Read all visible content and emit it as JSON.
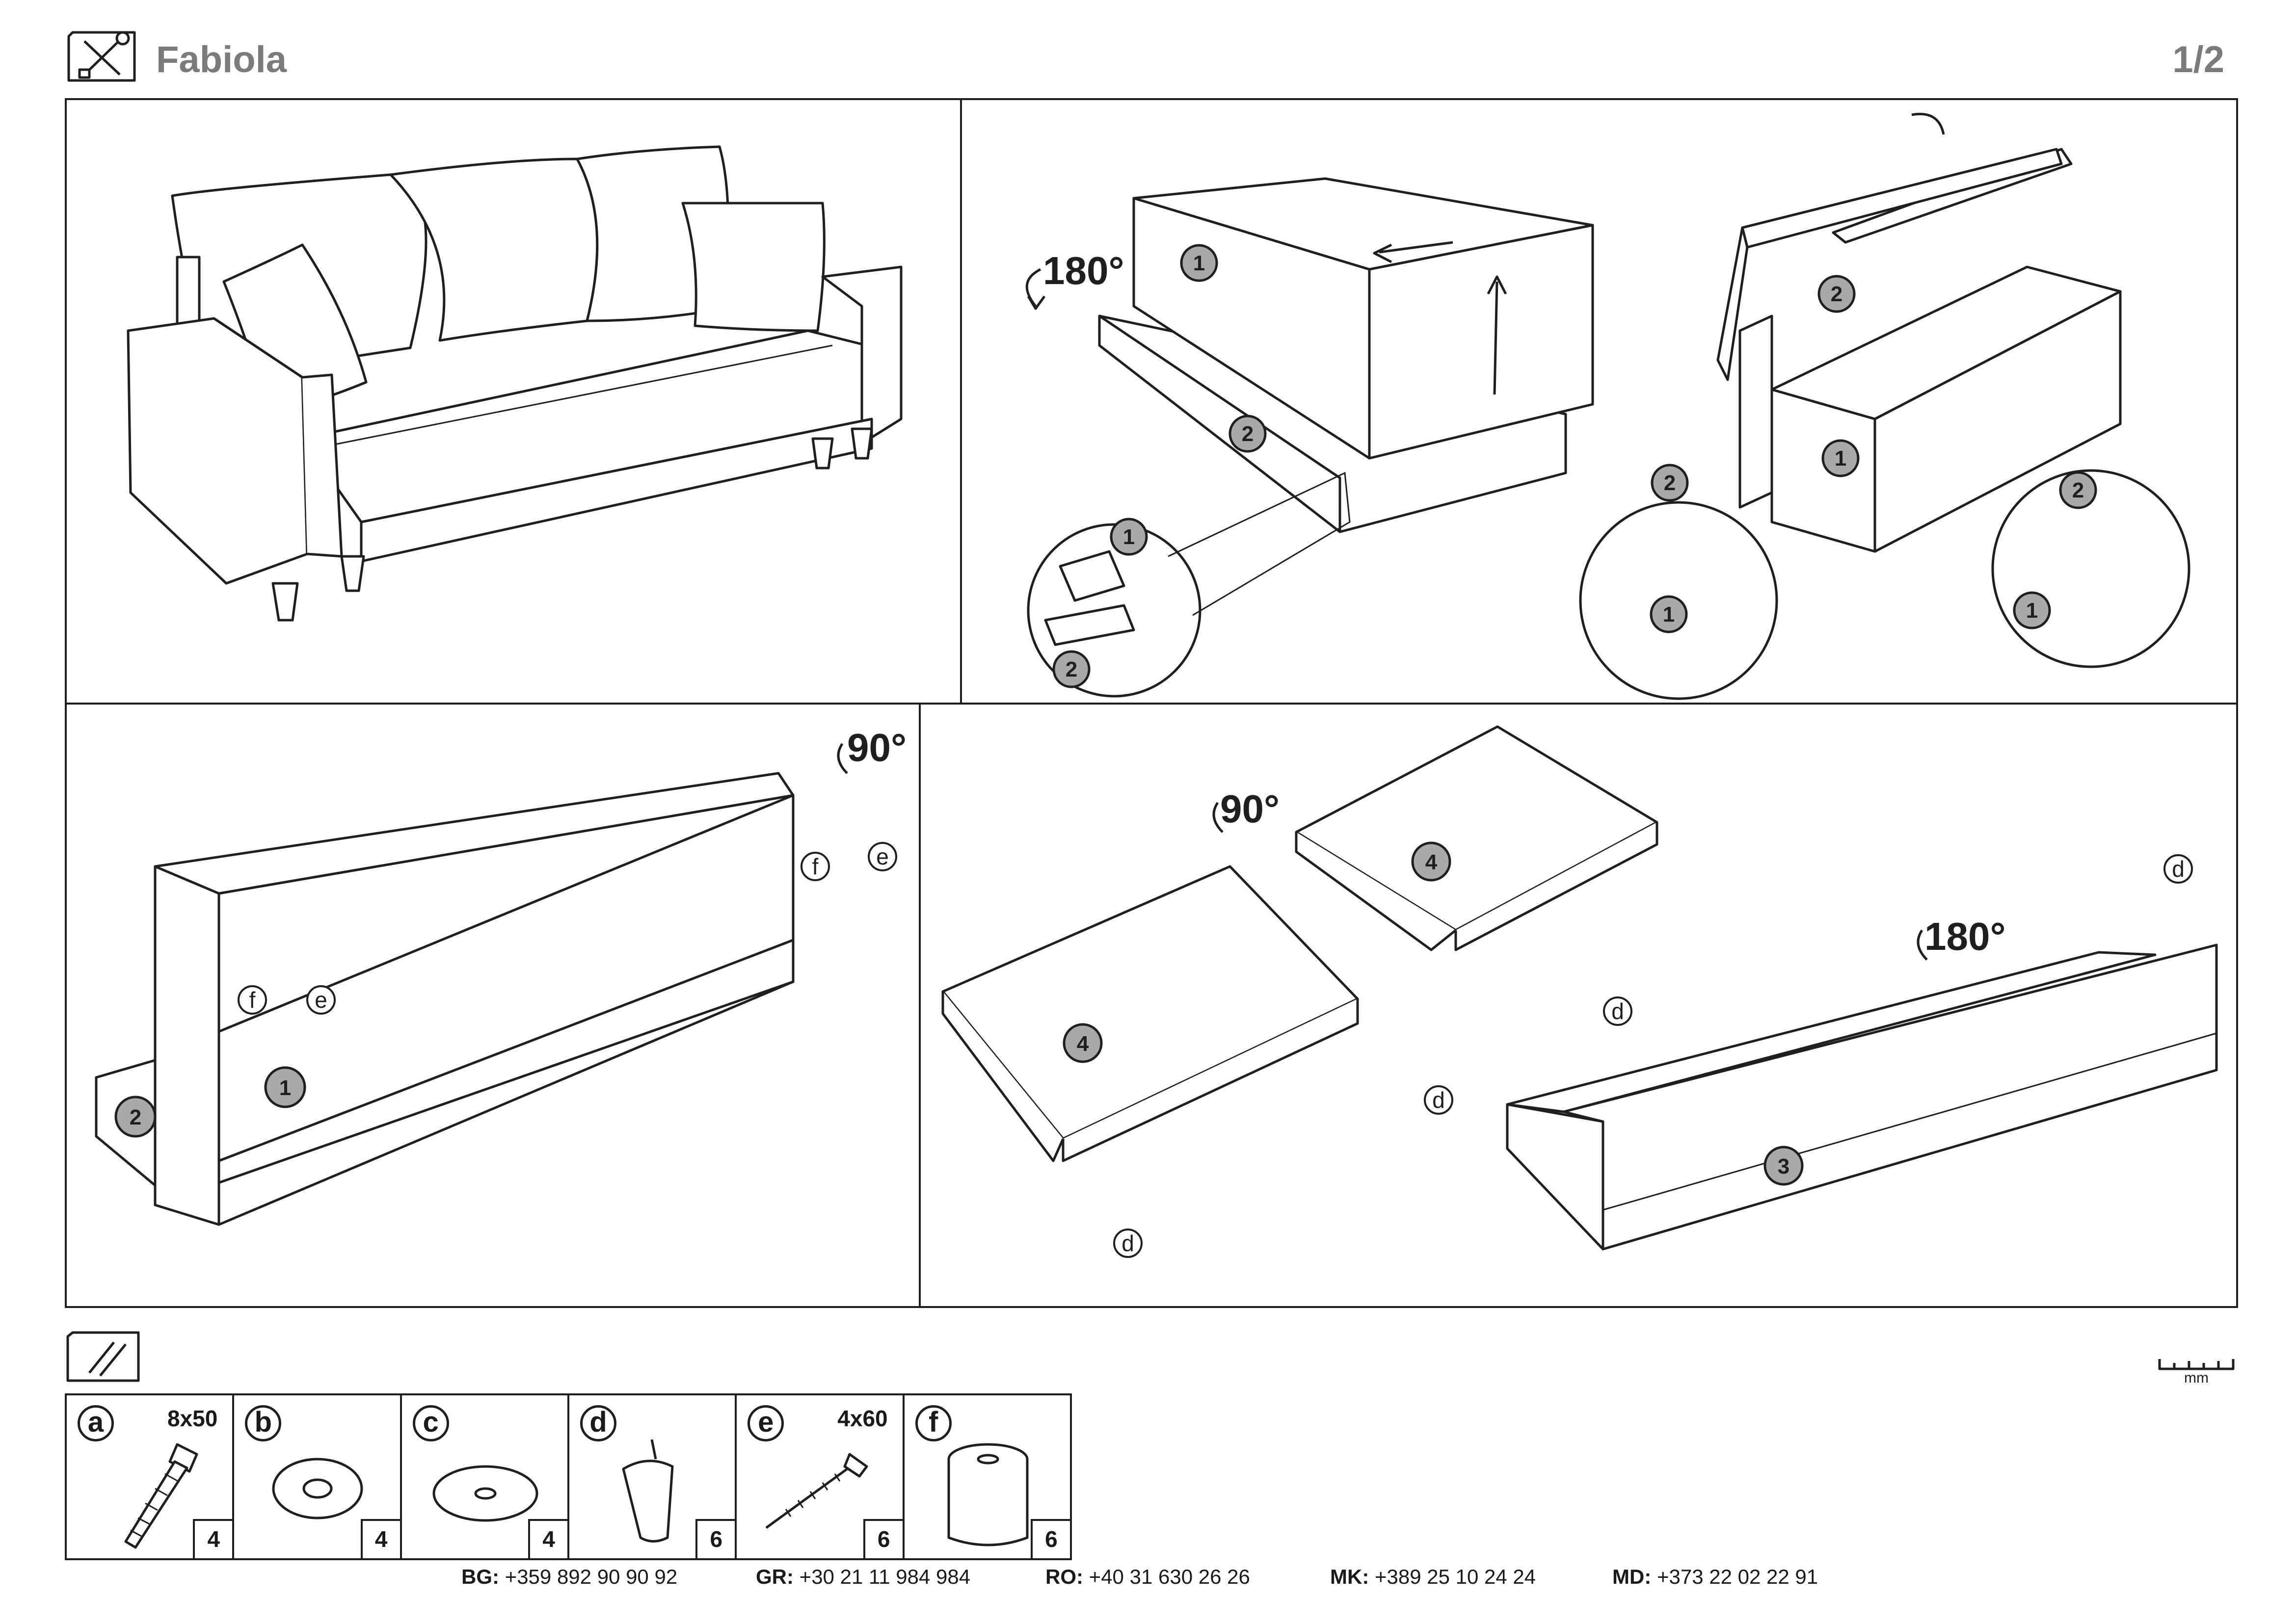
{
  "header": {
    "title": "Fabiola",
    "page": "1/2"
  },
  "step_top_right": {
    "angle": "180°",
    "left_labels": [
      "1",
      "2",
      "1",
      "2"
    ],
    "right_labels": [
      "2",
      "1",
      "2",
      "1",
      "2",
      "1"
    ]
  },
  "step_bottom_left": {
    "angle": "90°",
    "labels": [
      "1",
      "2"
    ],
    "parts": [
      "f",
      "e"
    ]
  },
  "step_bottom_right": {
    "angle_left": "90°",
    "angle_right": "180°",
    "labels": [
      "4",
      "4",
      "3"
    ],
    "parts": [
      "d"
    ]
  },
  "hardware": [
    {
      "letter": "a",
      "size": "8x50",
      "qty": "4",
      "icon": "bolt-icon"
    },
    {
      "letter": "b",
      "size": "",
      "qty": "4",
      "icon": "washer-icon"
    },
    {
      "letter": "c",
      "size": "",
      "qty": "4",
      "icon": "large-washer-icon"
    },
    {
      "letter": "d",
      "size": "",
      "qty": "6",
      "icon": "conical-leg-icon"
    },
    {
      "letter": "e",
      "size": "4x60",
      "qty": "6",
      "icon": "screw-icon"
    },
    {
      "letter": "f",
      "size": "",
      "qty": "6",
      "icon": "cylindrical-leg-icon"
    }
  ],
  "ruler": {
    "unit": "mm"
  },
  "contacts": [
    {
      "code": "BG:",
      "phone": "+359 892 90 90 92"
    },
    {
      "code": "GR:",
      "phone": "+30 21 11 984 984"
    },
    {
      "code": "RO:",
      "phone": "+40 31 630 26 26"
    },
    {
      "code": "MK:",
      "phone": "+389 25 10 24 24"
    },
    {
      "code": "MD:",
      "phone": "+373 22 02 22 91"
    }
  ],
  "icons": {
    "header": "tools-icon",
    "parts": "hardware-icon",
    "ruler": "ruler-icon"
  }
}
